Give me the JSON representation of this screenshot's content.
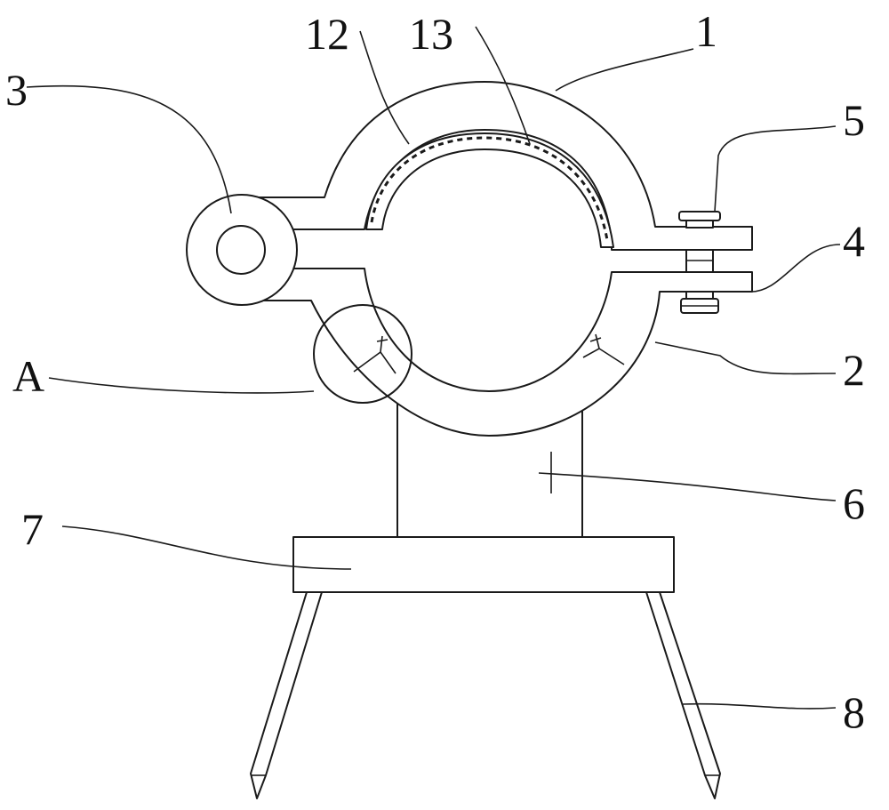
{
  "callouts": {
    "c1": "1",
    "c2": "2",
    "c3": "3",
    "c4": "4",
    "c5": "5",
    "c6": "6",
    "c7": "7",
    "c8": "8",
    "c12": "12",
    "c13": "13",
    "cA": "A"
  },
  "colors": {
    "line": "#1a1a1a",
    "background": "#ffffff"
  }
}
